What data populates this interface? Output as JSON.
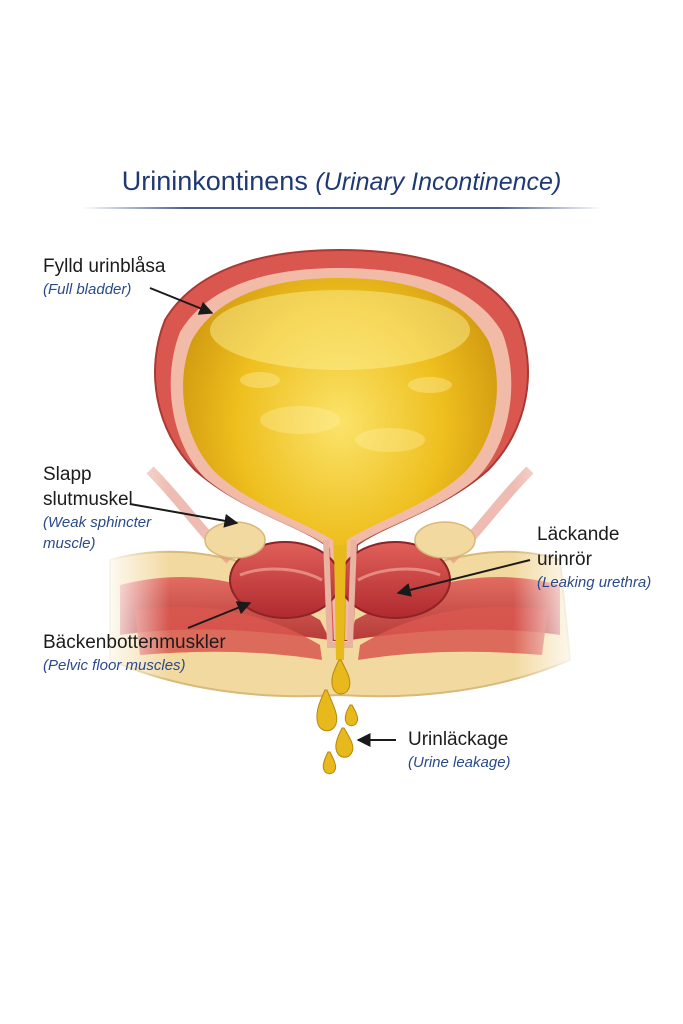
{
  "title": {
    "main": "Urininkontinens",
    "sub": "(Urinary Incontinence)"
  },
  "labels": {
    "bladder": {
      "sv": "Fylld urinblåsa",
      "en": "(Full bladder)"
    },
    "sphincter": {
      "sv1": "Slapp",
      "sv2": "slutmuskel",
      "en1": "(Weak sphincter",
      "en2": "muscle)"
    },
    "pelvic": {
      "sv": "Bäckenbottenmuskler",
      "en": "(Pelvic floor muscles)"
    },
    "urethra": {
      "sv1": "Läckande",
      "sv2": "urinrör",
      "en": "(Leaking urethra)"
    },
    "leakage": {
      "sv": "Urinläckage",
      "en": "(Urine leakage)"
    }
  },
  "colors": {
    "urine": "#e8b91c",
    "wall": "#d9574f",
    "muscle": "#c73a3a",
    "fat": "#f2d9a0",
    "text_blue": "#1f3a73"
  }
}
